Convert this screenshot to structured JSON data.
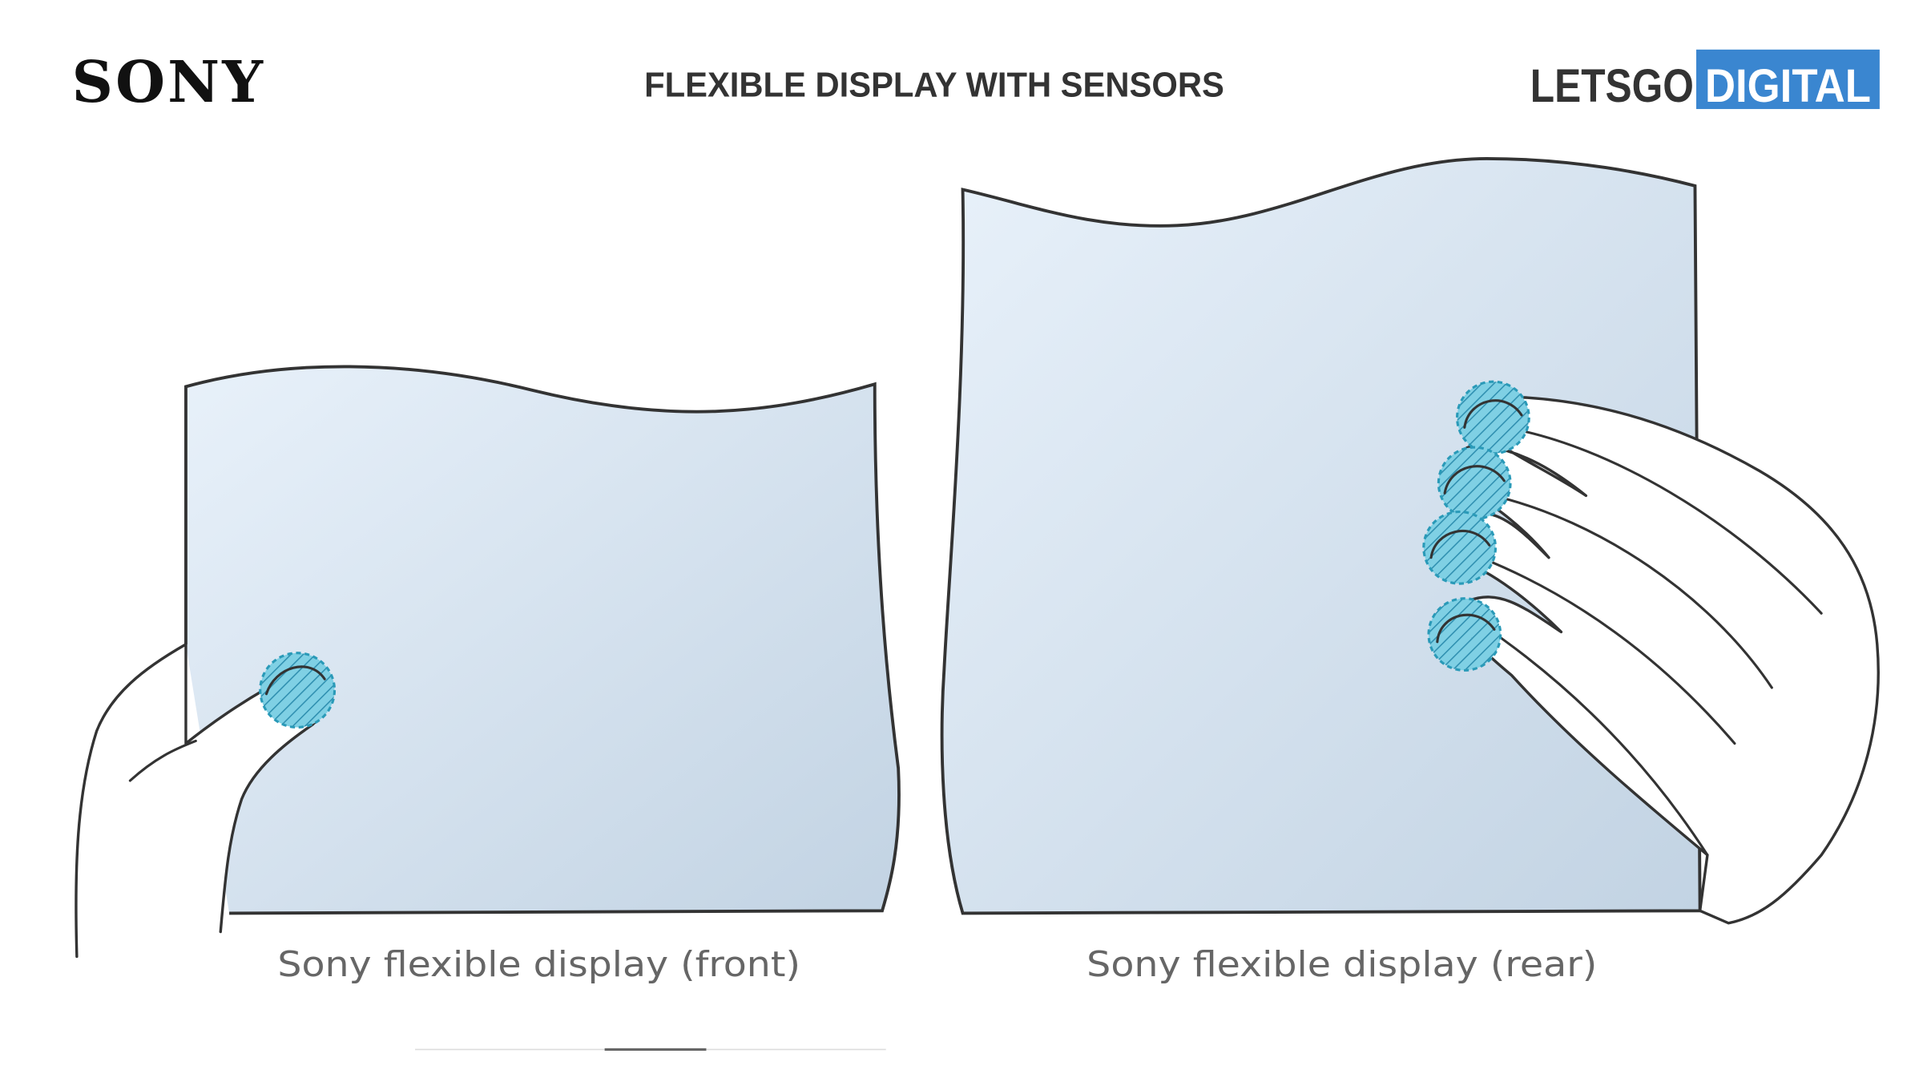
{
  "header": {
    "logo_left": "SONY",
    "title": "FLEXIBLE DISPLAY WITH SENSORS",
    "logo_right_part1": "LETSGO",
    "logo_right_part2": "DIGITAL"
  },
  "colors": {
    "brand_blue": "#3a86d0",
    "panel_light": "#e6eff8",
    "panel_dark": "#c3d4e4",
    "sensor": "#5cc3dc"
  },
  "figures": [
    {
      "caption": "Sony flexible display (front)"
    },
    {
      "caption": "Sony flexible display (rear)"
    }
  ]
}
